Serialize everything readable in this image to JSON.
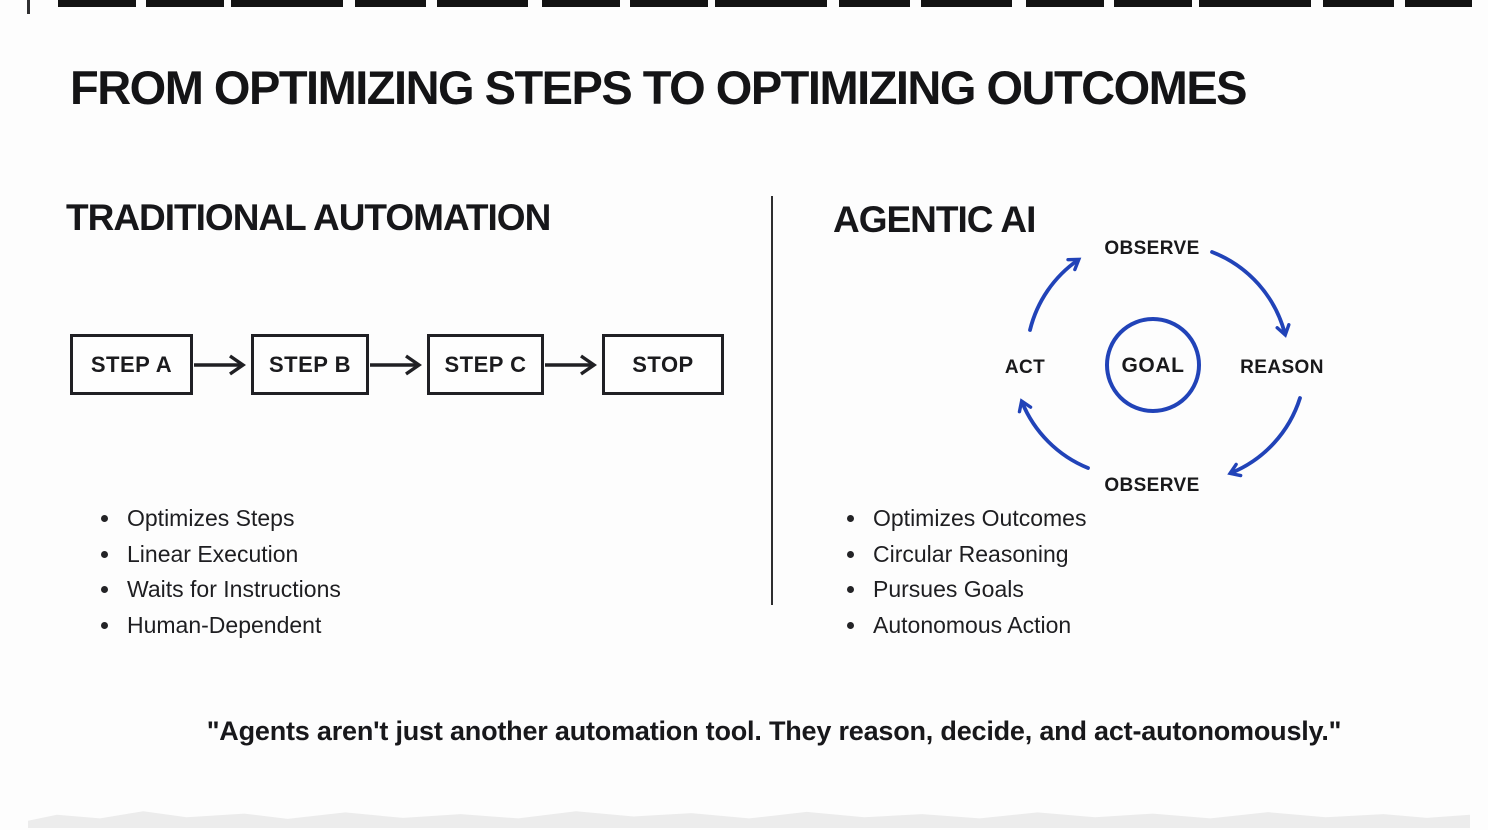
{
  "slide": {
    "title": "FROM OPTIMIZING STEPS TO OPTIMIZING OUTCOMES",
    "quote": "\"Agents aren't just another automation tool. They reason, decide, and act-autonomously.\""
  },
  "traditional": {
    "heading": "TRADITIONAL AUTOMATION",
    "flow_steps": [
      "STEP A",
      "STEP B",
      "STEP C",
      "STOP"
    ],
    "bullets": [
      "Optimizes Steps",
      "Linear Execution",
      "Waits for Instructions",
      "Human-Dependent"
    ]
  },
  "agentic": {
    "heading": "AGENTIC AI",
    "cycle": {
      "center": "GOAL",
      "top": "OBSERVE",
      "right": "REASON",
      "bottom": "OBSERVE",
      "left": "ACT"
    },
    "bullets": [
      "Optimizes Outcomes",
      "Circular Reasoning",
      "Pursues Goals",
      "Autonomous Action"
    ]
  },
  "colors": {
    "accent_blue": "#2143b8",
    "ink": "#1b1b1e"
  }
}
